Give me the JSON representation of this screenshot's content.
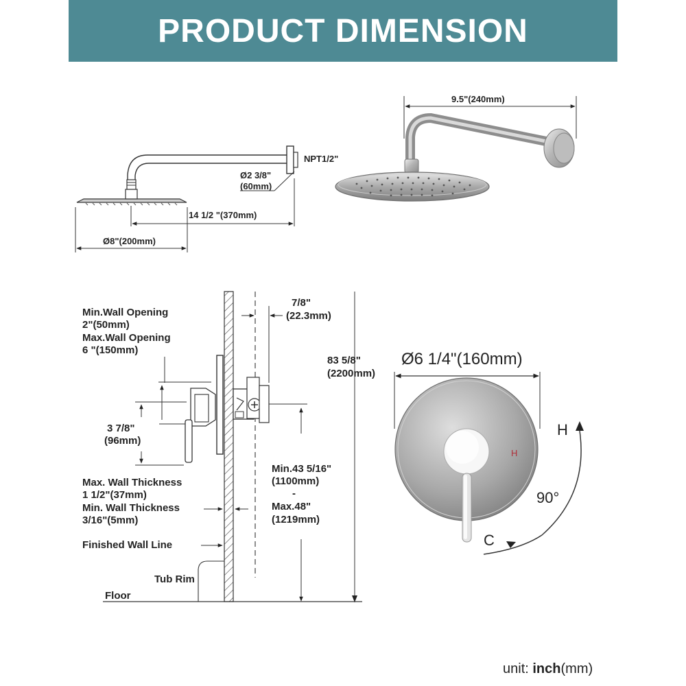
{
  "banner": {
    "title": "PRODUCT DIMENSION"
  },
  "top_left": {
    "thread": "NPT1/2\"",
    "flange_dia_line1": "Ø2 3/8\"",
    "flange_dia_line2": "(60mm)",
    "arm_length": "14 1/2 \"(370mm)",
    "head_dia": "Ø8\"(200mm)"
  },
  "top_right": {
    "arm_reach": "9.5\"(240mm)"
  },
  "section": {
    "min_wall_opening": "Min.Wall Opening",
    "min_wall_opening_val": "2\"(50mm)",
    "max_wall_opening": "Max.Wall Opening",
    "max_wall_opening_val": "6 \"(150mm)",
    "depth_in": "7/8\"",
    "depth_mm": "(22.3mm)",
    "height_in": "83 5/8\"",
    "height_mm": "(2200mm)",
    "handle_in": "3 7/8\"",
    "handle_mm": "(96mm)",
    "max_wall_thickness": "Max. Wall Thickness",
    "max_wall_thickness_val": "1 1/2\"(37mm)",
    "min_wall_thickness": "Min. Wall Thickness",
    "min_wall_thickness_val": "3/16\"(5mm)",
    "valve_min_in": "Min.43 5/16\"",
    "valve_min_mm": "(1100mm)",
    "valve_dash": "-",
    "valve_max_in": "Max.48\"",
    "valve_max_mm": "(1219mm)",
    "finished_wall": "Finished Wall Line",
    "tub_rim": "Tub Rim",
    "floor": "Floor"
  },
  "trim": {
    "diameter": "Ø6 1/4\"(160mm)",
    "hot": "H",
    "hot_mark": "H",
    "cold": "C",
    "angle": "90°"
  },
  "footer": {
    "unit_label": "unit:",
    "unit_value": "inch",
    "unit_suffix": "(mm)"
  },
  "colors": {
    "banner": "#4e8a94",
    "hot_mark": "#b0303a"
  }
}
